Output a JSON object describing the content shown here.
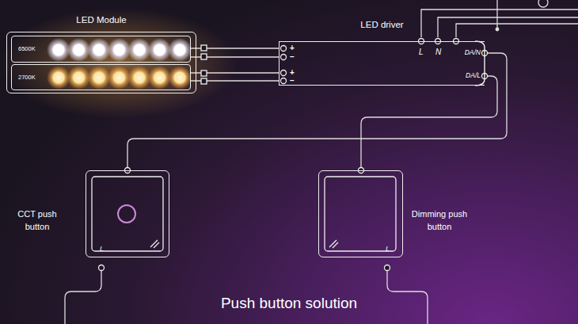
{
  "diagram": {
    "caption": "Push button solution",
    "nodes": [
      {
        "text": [
          "LED Module"
        ]
      },
      {
        "text": [
          "6500K"
        ],
        "in": 0
      },
      {
        "text": [
          "2700K"
        ],
        "in": 0
      },
      {
        "text": [
          "LED driver"
        ]
      },
      {
        "text": [
          "CCT push button",
          "L"
        ]
      },
      {
        "text": [
          "Dimming push button",
          "L"
        ]
      }
    ],
    "edges": [
      {
        "from": 1,
        "to": 3,
        "arrow": "none"
      },
      {
        "from": 2,
        "to": 3,
        "arrow": "none"
      },
      {
        "from": 4,
        "to": 3,
        "arrow": "none"
      },
      {
        "from": 5,
        "to": 3,
        "arrow": "none"
      }
    ],
    "labels": [
      "+",
      "–",
      "+",
      "–",
      "L",
      "N",
      "DA/N",
      "DA/L"
    ]
  }
}
